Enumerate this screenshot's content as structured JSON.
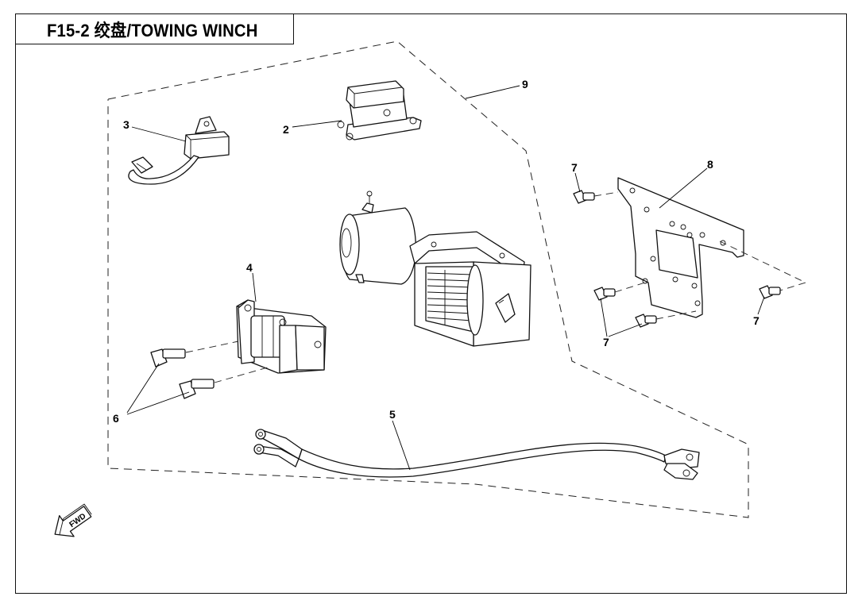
{
  "title": "F15-2 绞盘/TOWING WINCH",
  "fwd_label": "FWD",
  "callouts": {
    "c2": "2",
    "c3": "3",
    "c4": "4",
    "c5": "5",
    "c6": "6",
    "c7a": "7",
    "c7b": "7",
    "c7c": "7",
    "c8": "8",
    "c9": "9"
  }
}
